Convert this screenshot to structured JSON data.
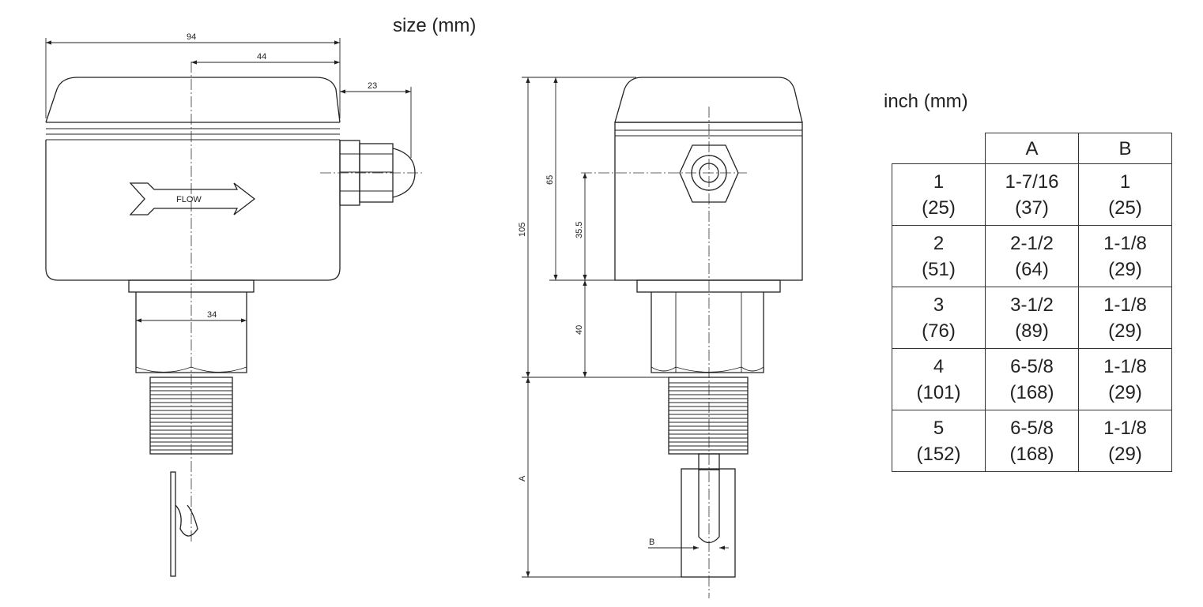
{
  "size_heading": "size (mm)",
  "unit_heading": "inch (mm)",
  "flow_label": "FLOW",
  "dimensions": {
    "overall_width": "94",
    "half_width": "44",
    "gland_length": "23",
    "hex_width": "34",
    "total_height": "105",
    "housing_height": "65",
    "port_height": "35.5",
    "neck_height": "40",
    "paddle_length": "A",
    "paddle_width": "B"
  },
  "table": {
    "headers": [
      "",
      "A",
      "B"
    ],
    "rows": [
      {
        "size": [
          "1",
          "(25)"
        ],
        "a": [
          "1-7/16",
          "(37)"
        ],
        "b": [
          "1",
          "(25)"
        ]
      },
      {
        "size": [
          "2",
          "(51)"
        ],
        "a": [
          "2-1/2",
          "(64)"
        ],
        "b": [
          "1-1/8",
          "(29)"
        ]
      },
      {
        "size": [
          "3",
          "(76)"
        ],
        "a": [
          "3-1/2",
          "(89)"
        ],
        "b": [
          "1-1/8",
          "(29)"
        ]
      },
      {
        "size": [
          "4",
          "(101)"
        ],
        "a": [
          "6-5/8",
          "(168)"
        ],
        "b": [
          "1-1/8",
          "(29)"
        ]
      },
      {
        "size": [
          "5",
          "(152)"
        ],
        "a": [
          "6-5/8",
          "(168)"
        ],
        "b": [
          "1-1/8",
          "(29)"
        ]
      }
    ]
  }
}
